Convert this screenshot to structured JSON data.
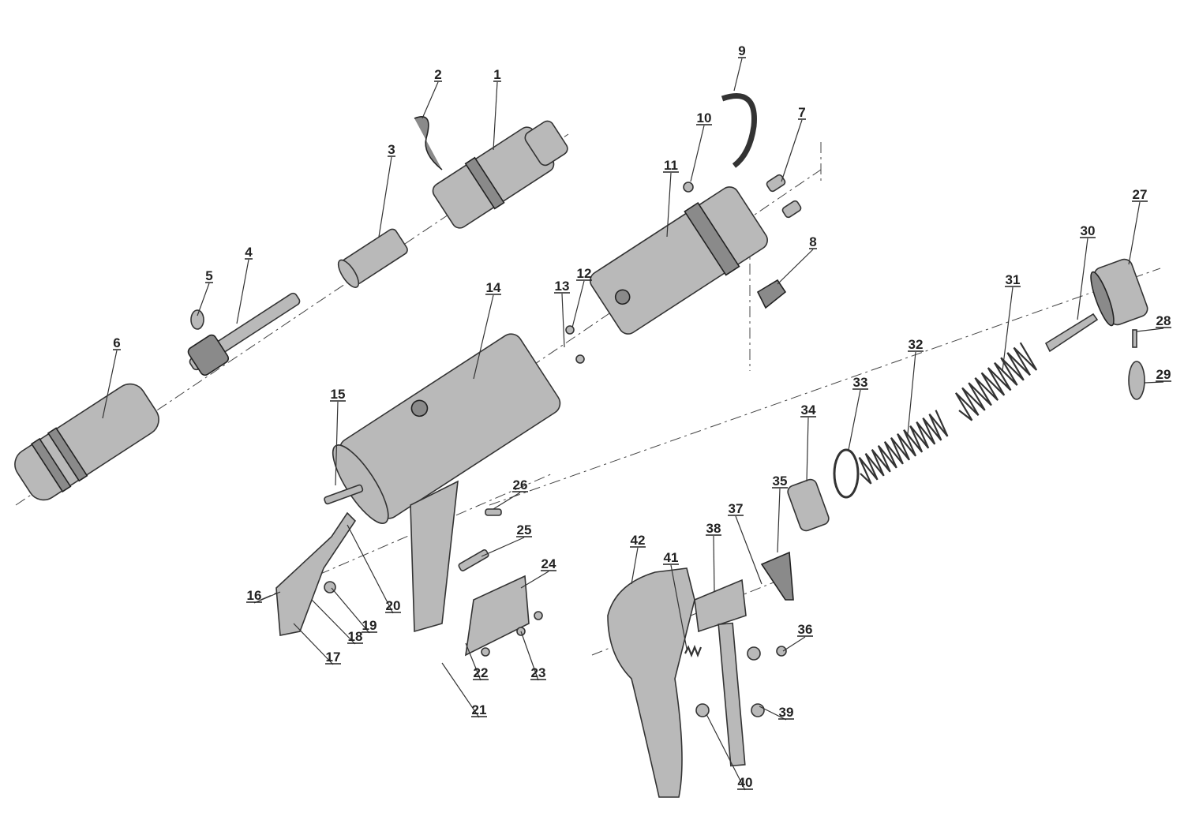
{
  "title": "Exploded parts diagram",
  "part_labels": [
    "1",
    "2",
    "3",
    "4",
    "5",
    "6",
    "7",
    "8",
    "9",
    "10",
    "11",
    "12",
    "13",
    "14",
    "15",
    "16",
    "17",
    "18",
    "19",
    "20",
    "21",
    "22",
    "23",
    "24",
    "25",
    "26",
    "27",
    "28",
    "29",
    "30",
    "31",
    "32",
    "33",
    "34",
    "35",
    "36",
    "37",
    "38",
    "39",
    "40",
    "41",
    "42"
  ]
}
